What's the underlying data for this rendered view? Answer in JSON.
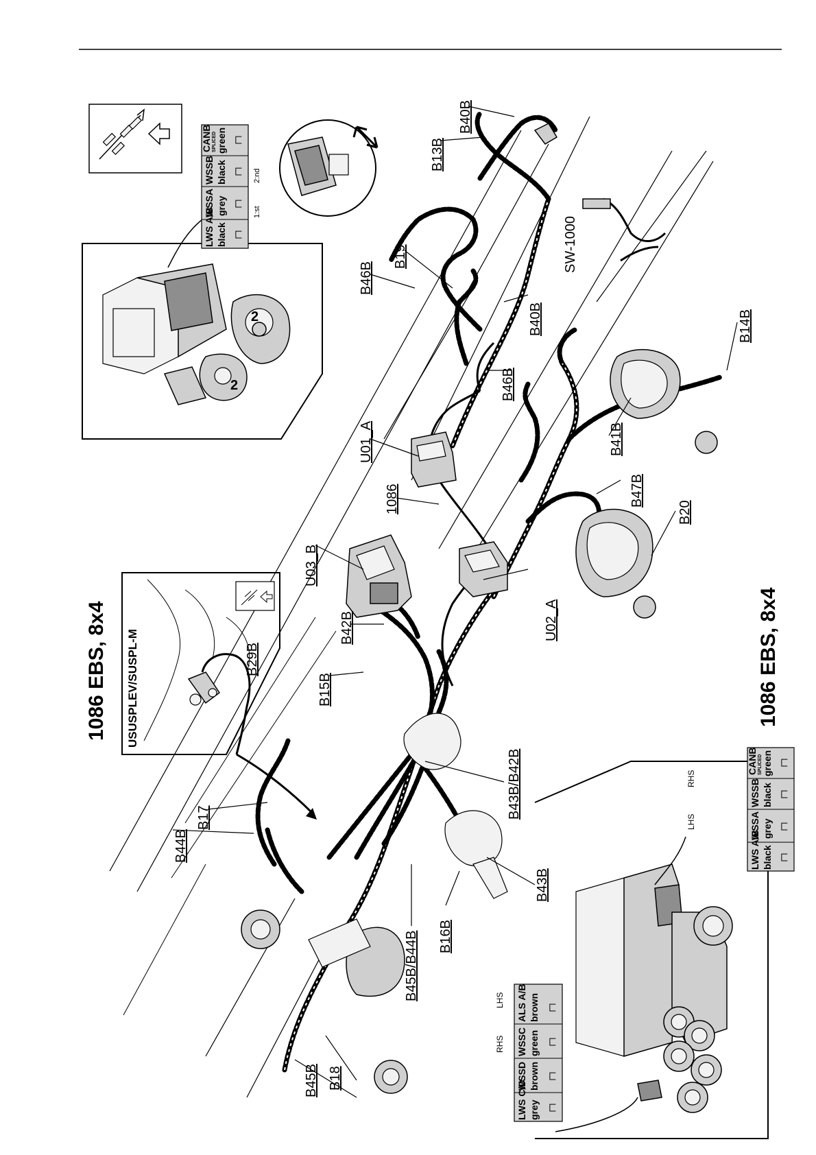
{
  "diagram": {
    "title_main": "1086 EBS, 8x4",
    "title_secondary": "1086 EBS, 8x4",
    "inset_suspension": {
      "title": "USUSPLEV/SUSPL-M",
      "label": "B29B"
    },
    "components": {
      "u01": "U01_A",
      "u02": "U02_A",
      "u03": "U03_B",
      "sw1000": "SW-1000",
      "harness_1086": "1086"
    },
    "labels": {
      "b13": "B13B",
      "b40_top": "B40B",
      "b46_top": "B46B",
      "b19": "B19",
      "b40_mid": "B40B",
      "b46_mid": "B46B",
      "b14": "B14B",
      "b41": "B41B",
      "b47": "B47B",
      "b20": "B20",
      "b42": "B42B",
      "b15": "B15B",
      "b43b42b": "B43B/B42B",
      "b43": "B43B",
      "b17": "B17",
      "b44": "B44B",
      "b45b44b": "B45B/B44B",
      "b16": "B16B",
      "b45": "B45B",
      "b18": "B18"
    },
    "connector_table_top": {
      "columns": [
        {
          "head": "LWS A/B",
          "color": "black",
          "pins": "┌┐"
        },
        {
          "head": "WSSA",
          "color": "grey",
          "pins": "┌┐"
        },
        {
          "head": "WSSB",
          "color": "black",
          "pins": "┌┐"
        },
        {
          "head": "CANB",
          "sub": "SPLICED",
          "color": "green",
          "pins": "┌┐"
        }
      ],
      "notes": {
        "first": "1:st",
        "second": "2:nd"
      }
    },
    "connector_table_right": {
      "side_labels": {
        "lhs": "LHS",
        "rhs": "RHS"
      },
      "columns": [
        {
          "head": "LWS A/B",
          "color": "black",
          "pins": "┌┐"
        },
        {
          "head": "WSSA",
          "color": "grey",
          "pins": "┌┐"
        },
        {
          "head": "WSSB",
          "color": "black",
          "pins": "┌┐"
        },
        {
          "head": "CANB",
          "sub": "SPLICED",
          "color": "green",
          "pins": "┌┐"
        }
      ]
    },
    "connector_table_bottom": {
      "side_labels": {
        "rhs": "RHS",
        "lhs": "LHS"
      },
      "columns": [
        {
          "head": "LWS C/D",
          "color": "grey",
          "pins": "┌┐"
        },
        {
          "head": "WSSD",
          "color": "brown",
          "pins": "┌┐"
        },
        {
          "head": "WSSC",
          "color": "green",
          "pins": "┌┐"
        },
        {
          "head": "ALS A/B",
          "color": "brown",
          "pins": "┌┐"
        }
      ]
    },
    "module_marks": {
      "port_a": "2",
      "port_b": "2"
    }
  }
}
